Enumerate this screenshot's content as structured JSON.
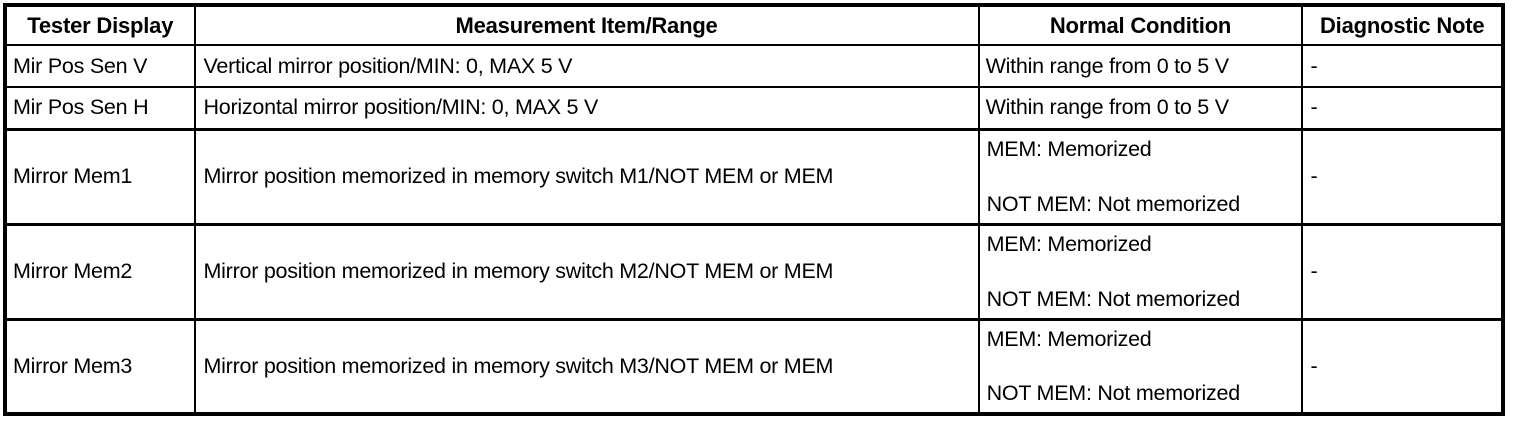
{
  "table": {
    "headers": [
      "Tester Display",
      "Measurement Item/Range",
      "Normal Condition",
      "Diagnostic Note"
    ],
    "rows": [
      {
        "tester_display": "Mir Pos Sen V",
        "measurement": "Vertical mirror position/MIN: 0, MAX 5 V",
        "normal_condition_line1": "Within range from 0 to 5 V",
        "normal_condition_line2": "",
        "diagnostic_note": "-"
      },
      {
        "tester_display": "Mir Pos Sen H",
        "measurement": "Horizontal mirror position/MIN: 0, MAX 5 V",
        "normal_condition_line1": "Within range from 0 to 5 V",
        "normal_condition_line2": "",
        "diagnostic_note": "-"
      },
      {
        "tester_display": "Mirror Mem1",
        "measurement": "Mirror position memorized in memory switch M1/NOT MEM or MEM",
        "normal_condition_line1": "MEM: Memorized",
        "normal_condition_line2": "NOT MEM: Not memorized",
        "diagnostic_note": "-"
      },
      {
        "tester_display": "Mirror Mem2",
        "measurement": "Mirror position memorized in memory switch M2/NOT MEM or MEM",
        "normal_condition_line1": "MEM: Memorized",
        "normal_condition_line2": "NOT MEM: Not memorized",
        "diagnostic_note": "-"
      },
      {
        "tester_display": "Mirror Mem3",
        "measurement": "Mirror position memorized in memory switch M3/NOT MEM or MEM",
        "normal_condition_line1": "MEM: Memorized",
        "normal_condition_line2": "NOT MEM: Not memorized",
        "diagnostic_note": "-"
      }
    ]
  },
  "colors": {
    "border": "#000000",
    "text": "#000000",
    "background": "#ffffff"
  }
}
